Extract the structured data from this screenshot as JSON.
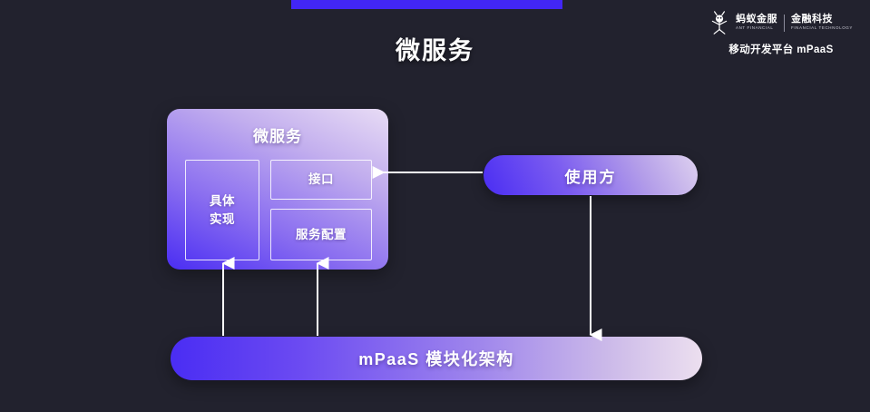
{
  "slide": {
    "title": "微服务",
    "background_color": "#22222e",
    "accent_color": "#4226f5"
  },
  "brand": {
    "logo_icon": "ant-financial-logo-icon",
    "name_cn": "蚂蚁金服",
    "name_en": "ANT FINANCIAL",
    "secondary_cn": "金融科技",
    "secondary_en": "FINANCIAL TECHNOLOGY",
    "tagline": "移动开发平台 mPaaS"
  },
  "diagram": {
    "microservice_panel": {
      "title": "微服务",
      "gradient_from": "#e8dcf5",
      "gradient_to": "#4a2df3",
      "boxes": [
        {
          "id": "impl",
          "label": "具体\n实现",
          "label_lines": [
            "具体",
            "实现"
          ]
        },
        {
          "id": "api",
          "label": "接口",
          "label_lines": [
            "接口"
          ]
        },
        {
          "id": "config",
          "label": "服务配置",
          "label_lines": [
            "服务配置"
          ]
        }
      ]
    },
    "consumer": {
      "label": "使用方",
      "gradient_from": "#4a2df3",
      "gradient_to": "#ded1ef"
    },
    "platform_bar": {
      "label": "mPaaS 模块化架构",
      "gradient_from": "#4a2df3",
      "gradient_to": "#ecdfef"
    },
    "connectors": [
      {
        "id": "consumer-to-api",
        "from": "使用方",
        "to": "接口",
        "direction": "left"
      },
      {
        "id": "consumer-to-platform",
        "from": "使用方",
        "to": "mPaaS 模块化架构",
        "direction": "down"
      },
      {
        "id": "platform-to-impl",
        "from": "mPaaS 模块化架构",
        "to": "具体实现",
        "direction": "up"
      },
      {
        "id": "platform-to-config",
        "from": "mPaaS 模块化架构",
        "to": "服务配置",
        "direction": "up"
      }
    ],
    "connector_color": "#ffffff"
  }
}
